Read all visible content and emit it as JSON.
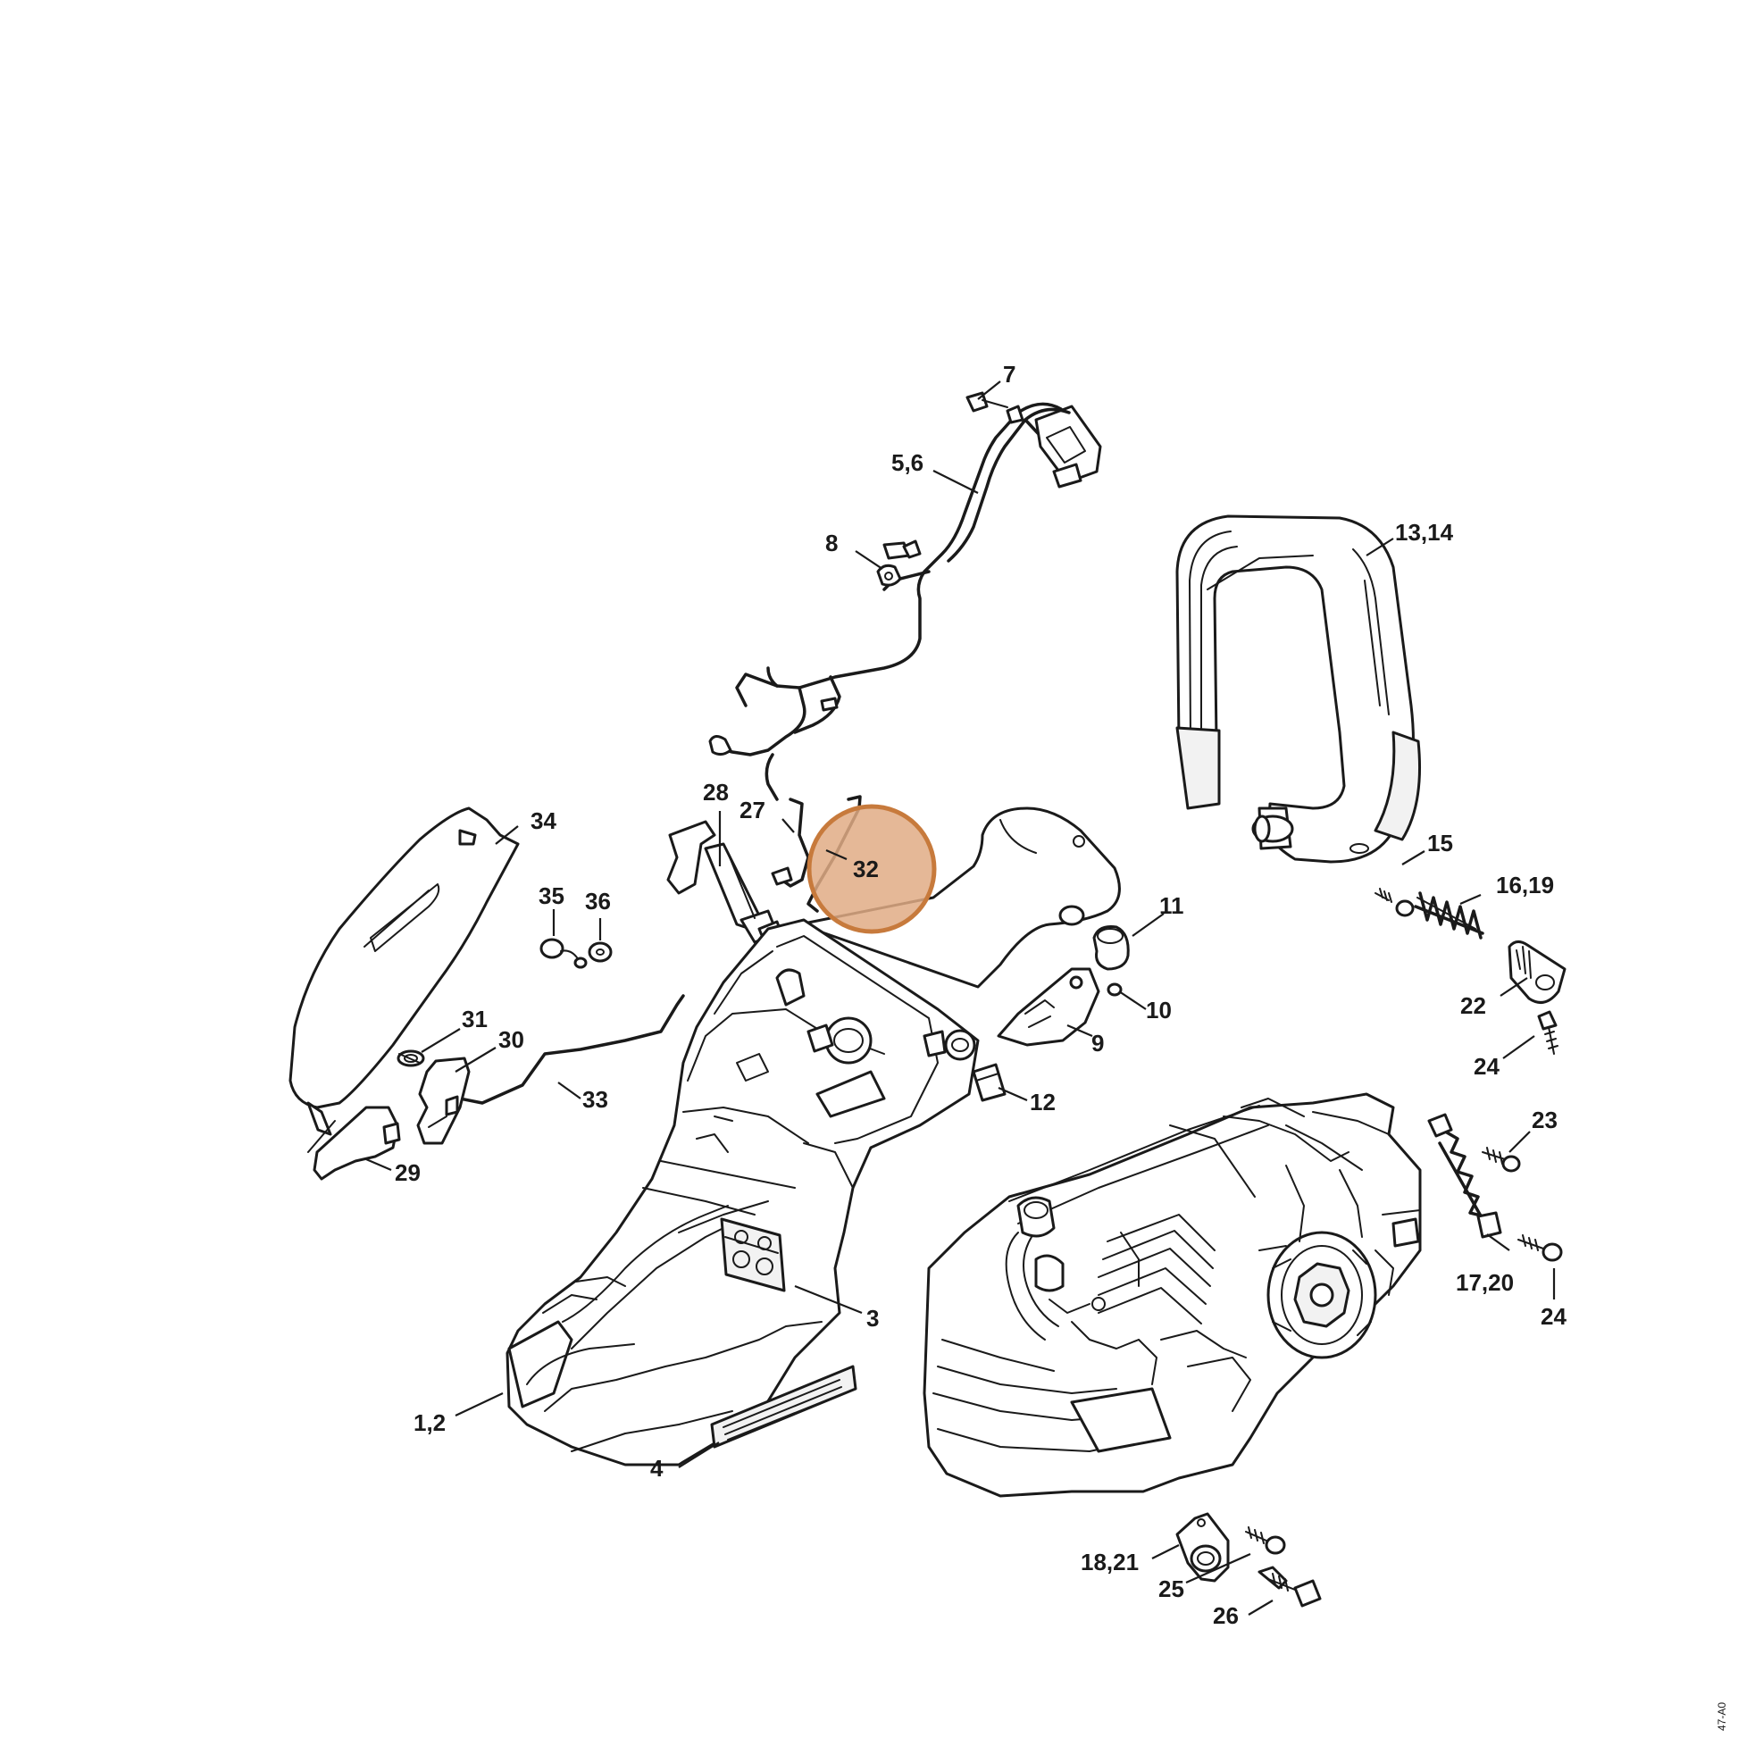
{
  "diagram": {
    "highlight": {
      "label": "32",
      "fill_color": "#e0ab85",
      "stroke_color": "#c77a3c"
    },
    "callouts": {
      "c7": "7",
      "c56": "5,6",
      "c8": "8",
      "c1314": "13,14",
      "c28": "28",
      "c27": "27",
      "c32": "32",
      "c34": "34",
      "c35": "35",
      "c36": "36",
      "c11": "11",
      "c15": "15",
      "c1619": "16,19",
      "c10": "10",
      "c9": "9",
      "c22": "22",
      "c31": "31",
      "c30": "30",
      "c33": "33",
      "c12": "12",
      "c24a": "24",
      "c23": "23",
      "c29": "29",
      "c1720": "17,20",
      "c24b": "24",
      "c3": "3",
      "c12b": "1,2",
      "c4": "4",
      "c1821": "18,21",
      "c25": "25",
      "c26": "26"
    },
    "corner_code": "47-A0"
  }
}
